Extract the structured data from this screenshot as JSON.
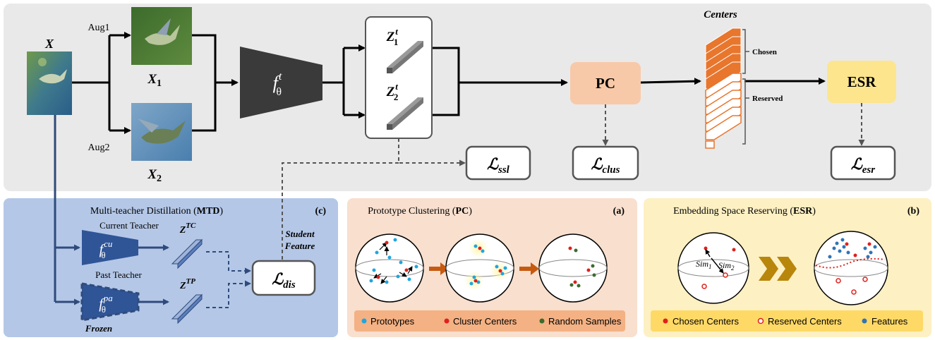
{
  "top": {
    "input_label": "X",
    "aug1": "Aug1",
    "aug2": "Aug2",
    "x1_label": "X",
    "x1_sub": "1",
    "x2_label": "X",
    "x2_sub": "2",
    "encoder_f": "f",
    "encoder_sup": "t",
    "encoder_sub": "θ",
    "z1": "Z",
    "z1_sup": "t",
    "z1_sub": "1",
    "z2": "Z",
    "z2_sup": "t",
    "z2_sub": "2",
    "pc": "PC",
    "esr": "ESR",
    "centers": "Centers",
    "chosen": "Chosen",
    "reserved": "Reserved",
    "loss_ssl_sub": "ssl",
    "loss_clus_sub": "clus",
    "loss_esr_sub": "esr",
    "loss_symbol": "ℒ"
  },
  "mtd": {
    "title_pre": "Multi-teacher Distillation (",
    "title_bold": "MTD",
    "title_post": ")",
    "tag": "(c)",
    "current_teacher": "Current Teacher",
    "past_teacher": "Past Teacher",
    "frozen": "Frozen",
    "f_cu_sup": "cu",
    "f_pa_sup": "pa",
    "z_tc": "TC",
    "z_tp": "TP",
    "student_feature_1": "Student",
    "student_feature_2": "Feature",
    "loss_dis_sub": "dis"
  },
  "pc_panel": {
    "title_pre": "Prototype Clustering (",
    "title_bold": "PC",
    "title_post": ")",
    "tag": "(a)",
    "legend": [
      "Prototypes",
      "Cluster Centers",
      "Random Samples"
    ]
  },
  "esr_panel": {
    "title_pre": "Embedding Space Reserving (",
    "title_bold": "ESR",
    "title_post": ")",
    "tag": "(b)",
    "sim1": "Sim",
    "sim1_sub": "1",
    "sim2": "Sim",
    "sim2_sub": "2",
    "legend": [
      "Chosen Centers",
      "Reserved Centers",
      "Features"
    ]
  },
  "colors": {
    "top_bg": "#e9e9e9",
    "mtd_bg": "#b4c7e7",
    "pc_bg": "#f8dfce",
    "esr_bg": "#fdf0c3",
    "pc_box": "#f8c9a8",
    "esr_box": "#fde58e",
    "orange": "#e8762d",
    "navy": "#2f4b7c",
    "prototype": "#1fa6e0",
    "cluster": "#e0201b",
    "random": "#3b6b2e"
  }
}
